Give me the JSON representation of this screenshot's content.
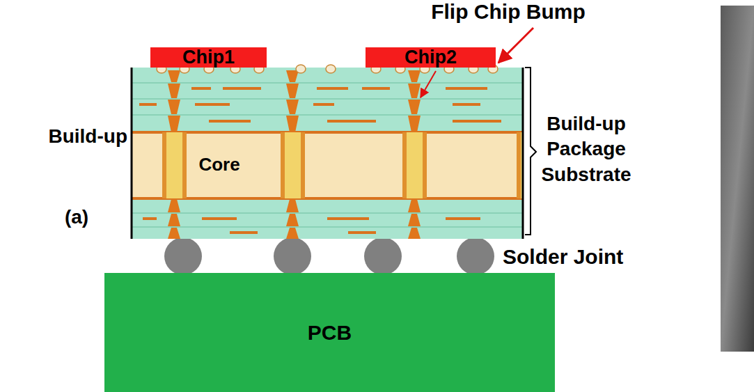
{
  "diagram": {
    "nodes": [
      {
        "text": [
          "Chip1"
        ]
      },
      {
        "text": [
          "Chip2"
        ]
      },
      {
        "text": [
          "PCB"
        ]
      }
    ],
    "labels": [
      "Flip Chip Bump",
      "Build-up",
      "Core",
      "(a)",
      "Build-up Package Substrate",
      "Solder Joint"
    ]
  }
}
